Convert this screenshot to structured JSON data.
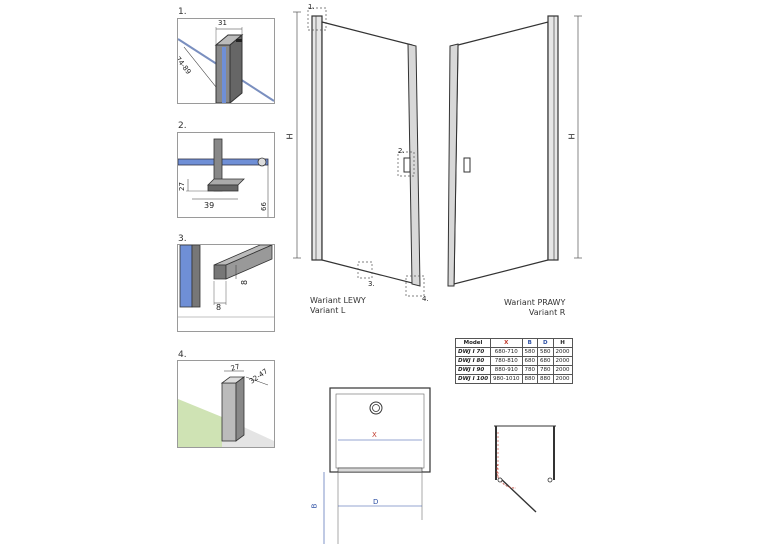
{
  "details": [
    {
      "label": "1.",
      "dims": [
        "31",
        "74-89"
      ]
    },
    {
      "label": "2.",
      "dims": [
        "27",
        "39",
        "66"
      ]
    },
    {
      "label": "3.",
      "dims": [
        "8",
        "8"
      ]
    },
    {
      "label": "4.",
      "dims": [
        "27",
        "32-47"
      ]
    }
  ],
  "main": {
    "h_left": "H",
    "h_right": "H",
    "callout_1": "1.",
    "callout_2": "2.",
    "callout_3": "3.",
    "callout_4": "4.",
    "left_caption_1": "Wariant LEWY",
    "left_caption_2": "Variant L",
    "right_caption_1": "Wariant PRAWY",
    "right_caption_2": "Variant R"
  },
  "spec_table": {
    "headers": [
      "Model",
      "X",
      "B",
      "D",
      "H"
    ],
    "rows": [
      [
        "DWJ I 70",
        "680-710",
        "580",
        "580",
        "2000"
      ],
      [
        "DWJ I 80",
        "780-810",
        "680",
        "680",
        "2000"
      ],
      [
        "DWJ I 90",
        "880-910",
        "780",
        "780",
        "2000"
      ],
      [
        "DWJ I 100",
        "980-1010",
        "880",
        "880",
        "2000"
      ]
    ]
  },
  "plan": {
    "x_label": "X",
    "d_label": "D",
    "b_label": "B"
  },
  "colors": {
    "glass": "#6f8fd6",
    "accent_red": "#c0392b",
    "accent_blue": "#2c4fa3",
    "wall_green": "#cfe3b4"
  }
}
